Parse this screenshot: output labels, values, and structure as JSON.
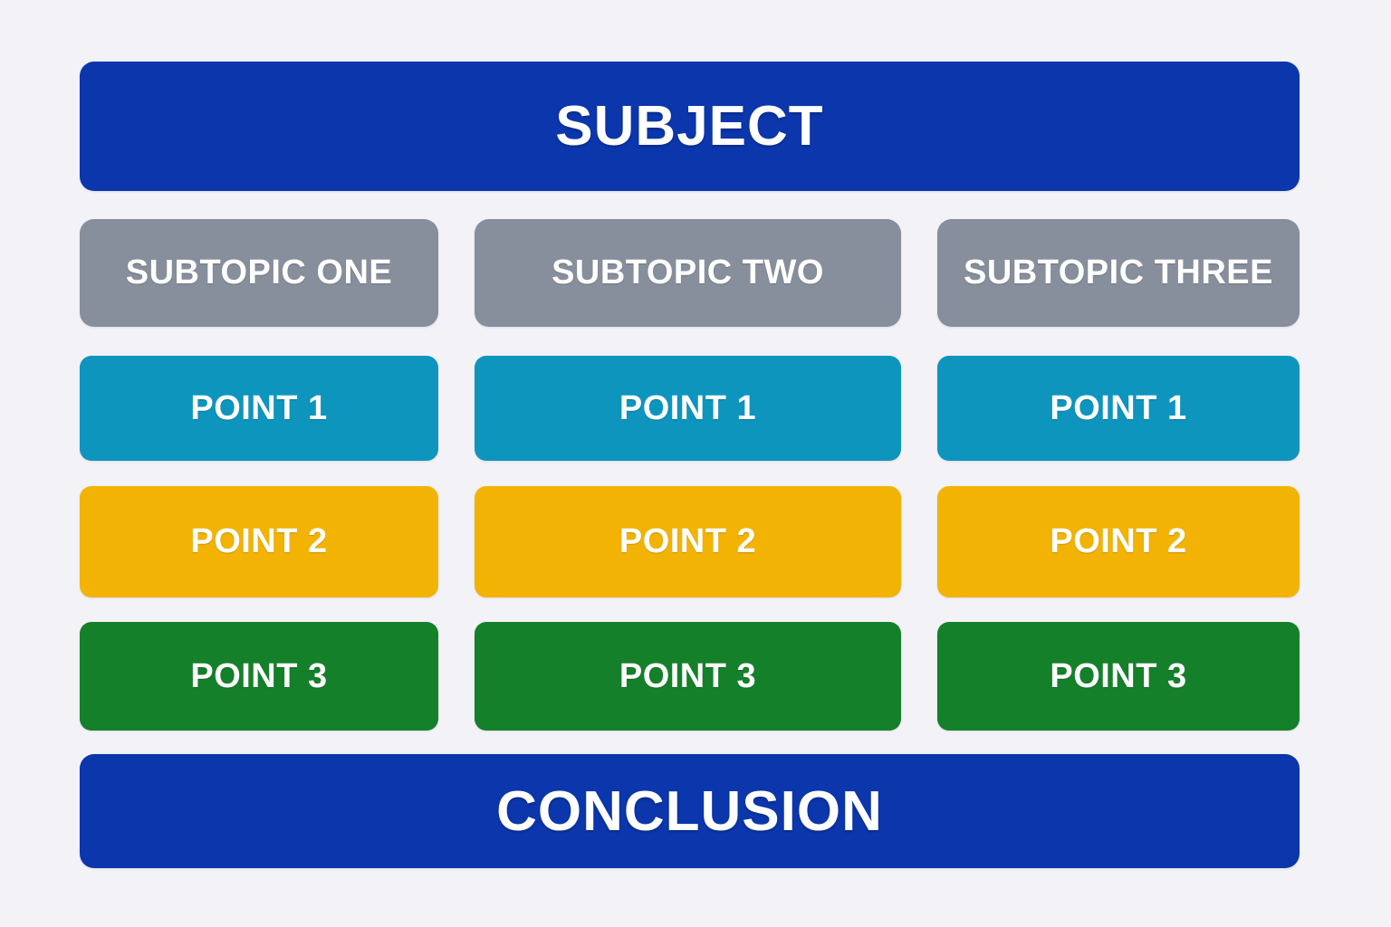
{
  "diagram": {
    "title": "SUBJECT",
    "conclusion": "CONCLUSION",
    "background_color": "#f2f2f7",
    "banner_color": "#0b36ac",
    "subtopic_color": "#878e9c",
    "point1_color": "#0d95be",
    "point2_color": "#f2b304",
    "point3_color": "#15802a",
    "text_color": "#ffffff",
    "columns": [
      {
        "subtopic": "SUBTOPIC ONE",
        "points": [
          "POINT 1",
          "POINT 2",
          "POINT 3"
        ]
      },
      {
        "subtopic": "SUBTOPIC TWO",
        "points": [
          "POINT 1",
          "POINT 2",
          "POINT 3"
        ]
      },
      {
        "subtopic": "SUBTOPIC THREE",
        "points": [
          "POINT 1",
          "POINT 2",
          "POINT 3"
        ]
      }
    ]
  }
}
